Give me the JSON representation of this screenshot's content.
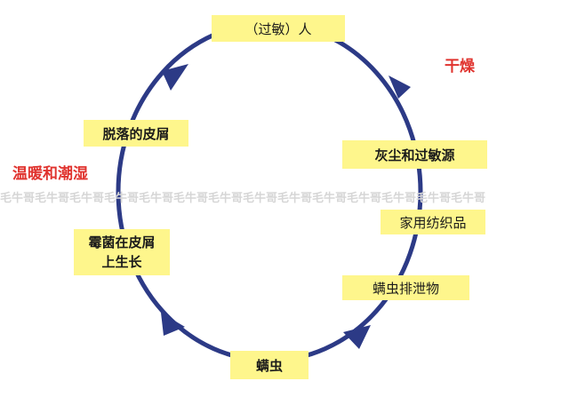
{
  "nodes": {
    "top": "（过敏）人",
    "shedding": "脱落的皮屑",
    "mold": "霉菌在皮屑\n上生长",
    "mites": "螨虫",
    "excrement": "螨虫排泄物",
    "furnishings": "家用纺织品",
    "dust": "灰尘和过敏源"
  },
  "conditions": {
    "dry": "干燥",
    "warm_humid": "温暖和潮湿"
  },
  "watermark": "毛牛哥毛牛哥毛牛哥毛牛哥毛牛哥毛牛哥毛牛哥毛牛哥毛牛哥毛牛哥毛牛哥毛牛哥毛牛哥毛牛哥",
  "colors": {
    "cycle_stroke": "#2c3a86",
    "label_fill": "#fef68c",
    "condition_text": "#e0332e"
  }
}
